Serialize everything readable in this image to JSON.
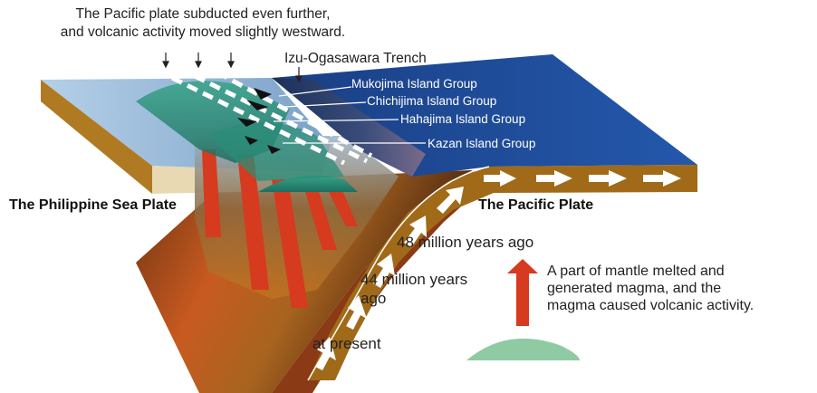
{
  "caption": {
    "line1": "The Pacific plate subducted even further,",
    "line2": "and volcanic activity moved slightly westward."
  },
  "trench_label": "Izu-Ogasawara Trench",
  "islands": [
    "Mukojima Island Group",
    "Chichijima Island Group",
    "Hahajima Island Group",
    "Kazan Island Group"
  ],
  "plates": {
    "philippine": "The Philippine Sea Plate",
    "pacific": "The Pacific Plate"
  },
  "ages": {
    "age48": "48 million years ago",
    "age44_line1": "44 million years",
    "age44_line2": "ago",
    "present": "at present"
  },
  "explanation": {
    "line1": "A part of mantle melted and",
    "line2": "generated magma, and the",
    "line3": "magma caused volcanic activity."
  },
  "colors": {
    "pacific_surface": "#1f4fa0",
    "philippine_surface": "#a6c6e4",
    "crust_side": "#a5721a",
    "magma_red": "#d63a1f",
    "magma_chamber": "#8fcaa3",
    "volcano_green": "#2a8e78",
    "island_label_text": "#ffffff"
  }
}
